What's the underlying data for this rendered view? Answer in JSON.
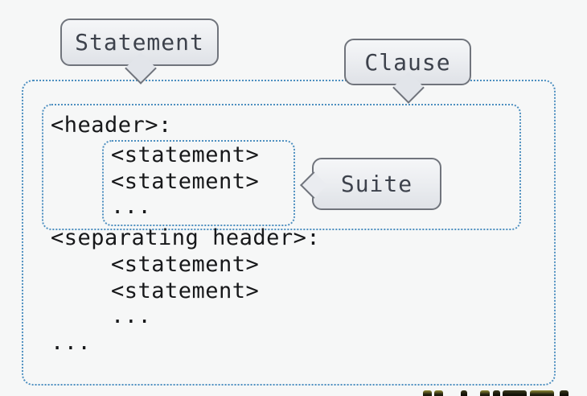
{
  "callouts": {
    "statement": {
      "label": "Statement"
    },
    "clause": {
      "label": "Clause"
    },
    "suite": {
      "label": "Suite"
    }
  },
  "code": {
    "lines": [
      {
        "text": "<header>:",
        "indent": 0
      },
      {
        "text": "<statement>",
        "indent": 1
      },
      {
        "text": "<statement>",
        "indent": 1
      },
      {
        "text": "...",
        "indent": 1
      },
      {
        "text": "<separating header>:",
        "indent": 0
      },
      {
        "text": "<statement>",
        "indent": 1
      },
      {
        "text": "<statement>",
        "indent": 1
      },
      {
        "text": "...",
        "indent": 1
      },
      {
        "text": "...",
        "indent": 0
      }
    ]
  },
  "colors": {
    "background": "#f6f7f7",
    "dotted_border": "#4d8fc0",
    "bubble_border": "#70747c",
    "bubble_fill_top": "#f5f6f8",
    "bubble_fill_bottom": "#dfe2e7",
    "bubble_text": "#3d424c",
    "code_text": "#17181a"
  }
}
